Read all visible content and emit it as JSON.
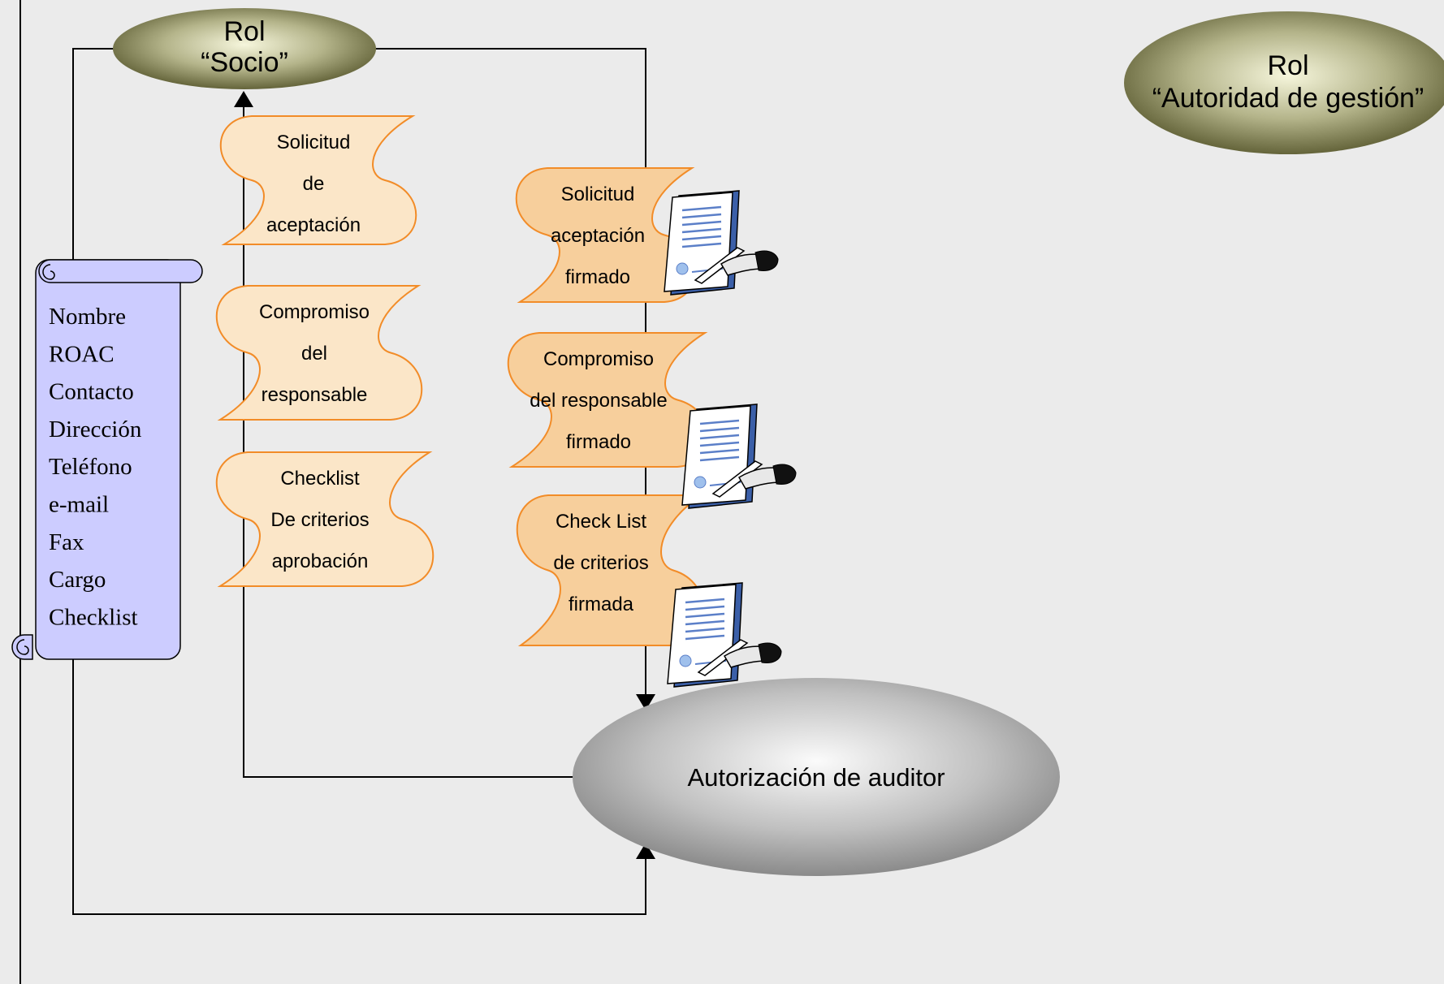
{
  "roles": {
    "socio": {
      "line1": "Rol",
      "line2": "“Socio”"
    },
    "autoridad": {
      "line1": "Rol",
      "line2": "“Autoridad de gestión”"
    }
  },
  "process": {
    "label": "Autorización de auditor"
  },
  "scroll_fields": [
    "Nombre",
    "ROAC",
    "Contacto",
    "Dirección",
    "Teléfono",
    "e-mail",
    "Fax",
    "Cargo",
    "Checklist"
  ],
  "documents_sent": [
    {
      "lines": [
        "Solicitud",
        "de",
        "aceptación"
      ]
    },
    {
      "lines": [
        "Compromiso",
        "del",
        "responsable"
      ]
    },
    {
      "lines": [
        "Checklist",
        "De criterios",
        "aprobación"
      ]
    }
  ],
  "documents_signed": [
    {
      "lines": [
        "Solicitud",
        "aceptación",
        "firmado"
      ]
    },
    {
      "lines": [
        "Compromiso",
        "del responsable",
        "firmado"
      ]
    },
    {
      "lines": [
        "Check List",
        "de criterios",
        "firmada"
      ]
    }
  ],
  "icons": {
    "signed_document": "signing-document-icon",
    "scroll": "scroll-icon"
  },
  "colors": {
    "background": "#ebebeb",
    "document_fill": "#fbe6c8",
    "document_stroke": "#f28c28",
    "scroll_fill": "#ccccff",
    "role_ellipse_center": "#f4f4d6",
    "role_ellipse_edge": "#6b6b3a",
    "process_center": "#f5f5f5",
    "process_edge": "#8c8c8c"
  }
}
